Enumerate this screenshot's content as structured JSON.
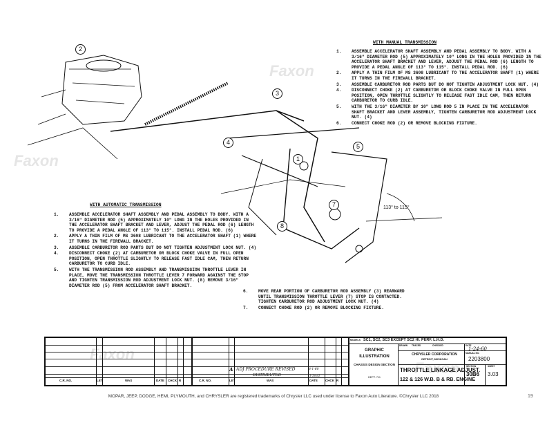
{
  "manual": {
    "heading": "WITH MANUAL TRANSMISSION",
    "steps": [
      {
        "n": "1.",
        "text": "ASSEMBLE ACCELERATOR SHAFT ASSEMBLY AND PEDAL ASSEMBLY TO BODY. WITH A 3/16\" DIAMETER ROD (5) APPROXIMATELY 10\" LONG IN THE HOLES PROVIDED IN THE ACCELERATOR SHAFT BRACKET AND LEVER, ADJUST THE PEDAL ROD (6) LENGTH TO PROVIDE A PEDAL ANGLE OF 113° TO 115°. INSTALL PEDAL ROD. (6)"
      },
      {
        "n": "2.",
        "text": "APPLY A THIN FILM OF MS 3608 LUBRICANT TO THE ACCELERATOR SHAFT (1) WHERE IT TURNS IN THE FIREWALL BRACKET."
      },
      {
        "n": "3.",
        "text": "ASSEMBLE CARBURETOR ROD PARTS BUT DO NOT TIGHTEN ADJUSTMENT LOCK NUT. (4)"
      },
      {
        "n": "4.",
        "text": "DISCONNECT CHOKE (2) AT CARBURETOR OR BLOCK CHOKE VALVE IN FULL OPEN POSITION, OPEN THROTTLE SLIGHTLY TO RELEASE FAST IDLE CAM, THEN RETURN CARBURETOR TO CURB IDLE."
      },
      {
        "n": "5.",
        "text": "WITH THE 3/16\" DIAMETER BY 10\" LONG ROD 5 IN PLACE IN THE ACCELERATOR SHAFT BRACKET AND LEVER ASSEMBLY, TIGHTEN CARBURETOR ROD ADJUSTMENT LOCK NUT. (4)"
      },
      {
        "n": "6.",
        "text": "CONNECT CHOKE ROD (2) OR REMOVE BLOCKING FIXTURE."
      }
    ]
  },
  "automatic": {
    "heading": "WITH AUTOMATIC TRANSMISSION",
    "steps": [
      {
        "n": "1.",
        "text": "ASSEMBLE ACCELERATOR SHAFT ASSEMBLY AND PEDAL ASSEMBLY TO BODY. WITH A 3/16\" DIAMETER ROD (5) APPROXIMATELY 10\" LONG IN THE HOLES PROVIDED IN THE ACCELERATOR SHAFT BRACKET AND LEVER, ADJUST THE PEDAL ROD (6) LENGTH TO PROVIDE A PEDAL ANGLE OF 113° TO 115°. INSTALL PEDAL ROD. (6)"
      },
      {
        "n": "2.",
        "text": "APPLY A THIN FILM OF MS 3608 LUBRICANT TO THE ACCELERATOR SHAFT (1) WHERE IT TURNS IN THE FIREWALL BRACKET."
      },
      {
        "n": "3.",
        "text": "ASSEMBLE CARBURETOR ROD PARTS BUT DO NOT TIGHTEN ADJUSTMENT LOCK NUT. (4)"
      },
      {
        "n": "4.",
        "text": "DISCONNECT CHOKE (2) AT CARBURETOR OR BLOCK CHOKE VALVE IN FULL OPEN POSITION, OPEN THROTTLE SLIGHTLY TO RELEASE FAST IDLE CAM, THEN RETURN CARBURETOR TO CURB IDLE."
      },
      {
        "n": "5.",
        "text": "WITH THE TRANSMISSION ROD ASSEMBLY AND TRANSMISSION THROTTLE LEVER IN PLACE, MOVE THE TRANSMISSION THROTTLE LEVER 7 FORWARD AGAINST THE STOP AND TIGHTEN TRANSMISSION ROD ADJUSTMENT LOCK NUT. (8) REMOVE 3/16\" DIAMETER ROD (5) FROM ACCELERATOR SHAFT BRACKET."
      },
      {
        "n": "6.",
        "text": "MOVE REAR PORTION OF CARBURETOR ROD ASSEMBLY (3) REARWARD UNTIL TRANSMISSION THROTTLE LEVER (7) STOP IS CONTACTED. TIGHTEN CARBURETOR ROD ADJUSTMENT LOCK NUT. (4)"
      },
      {
        "n": "7.",
        "text": "CONNECT CHOKE ROD (2) OR REMOVE BLOCKING FIXTURE."
      }
    ]
  },
  "diagram": {
    "callouts": [
      "2",
      "3",
      "4",
      "5",
      "1",
      "7",
      "8"
    ],
    "angle_label": "113° to 115°",
    "watermark": "Faxon AUTO LITERATURE"
  },
  "title_block": {
    "col_headers": [
      "C.R. NO.",
      "LET",
      "WAS",
      "DATE",
      "CHCK",
      "R",
      "C.R. NO.",
      "LET",
      "WAS",
      "DATE",
      "CHCK",
      "R"
    ],
    "revision_letter": "A",
    "revision_text": "ADJ PROCEDURE REVISED",
    "revision_date": "8-1-60",
    "distributed_text": "DISTRIBUTED",
    "distributed_date": "1-16-61",
    "graphic_illustration": "GRAPHIC ILLUSTRATION",
    "section_name": "CHASSIS DESIGN SECTION",
    "dept": "DEPT. 711",
    "models_label": "MODELS",
    "models": "SC1, SC2, SC3 EXCEPT SC2 HI. PERF. L.H.D.",
    "drawn_label": "DRAWN",
    "traced_label": "TRACED",
    "checked_label": "CHECKED",
    "date_label": "DATE",
    "date": "1-24-60",
    "company": "CHRYSLER CORPORATION",
    "city": "DETROIT, MICHIGAN",
    "manual_no_label": "MANUAL NO.",
    "manual_no": "2203800",
    "title_line1": "THROTTLE LINKAGE ADJUST.",
    "title_line2": "122 & 126 W.B.  B & RB. ENGINE",
    "section_label": "SECTION",
    "section": "30B6",
    "sheet_label": "SHEET",
    "sheet": "3.03"
  },
  "footer": {
    "trademark": "MOPAR, JEEP, DODGE, HEMI, PLYMOUTH, and CHRYSLER are registered trademarks of Chrysler LLC used under license to Faxon Auto Literature. ©Chrysler LLC 2018",
    "page_number": "19"
  }
}
